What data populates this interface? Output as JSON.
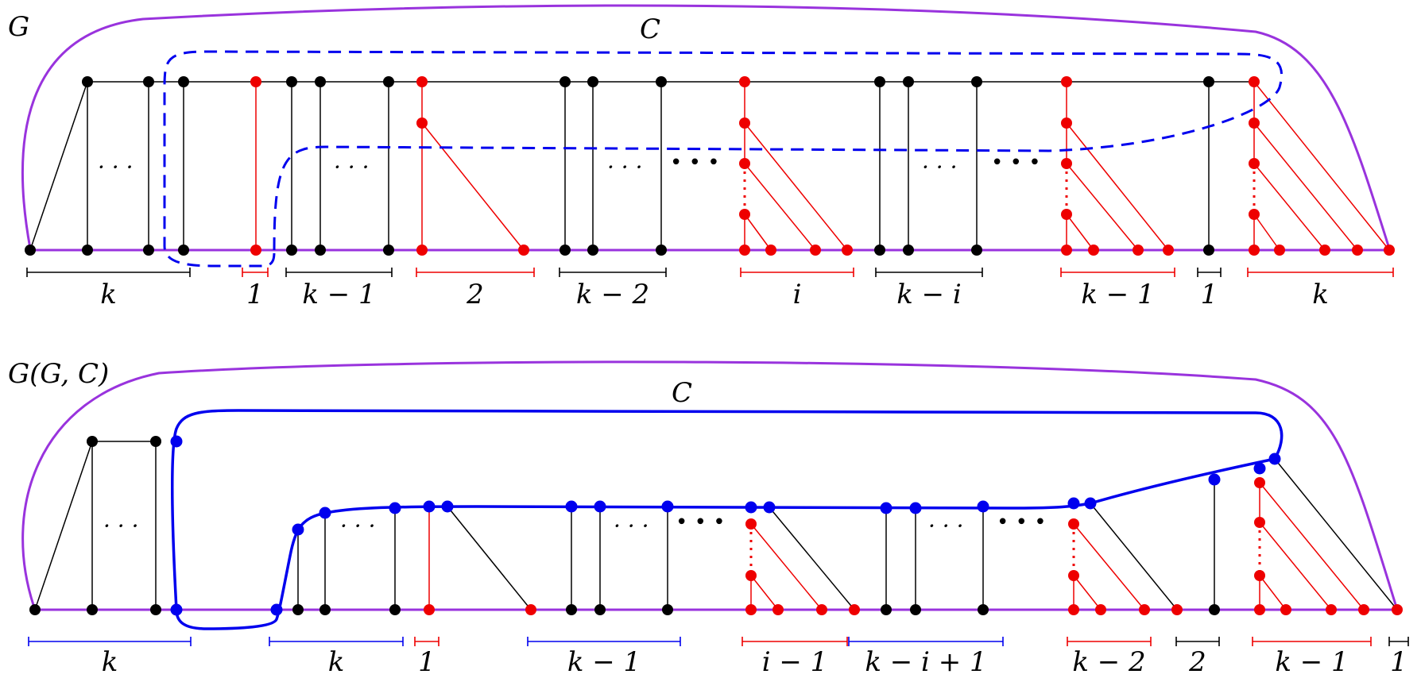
{
  "colors": {
    "black": "#000000",
    "red": "#ee0000",
    "blue": "#0000ee",
    "purple": "#9933dd"
  },
  "top_panel": {
    "graph_label": "G",
    "cycle_label": "C",
    "ellipsis": "· · ·",
    "dots": "• • •",
    "brackets": [
      {
        "label": "k",
        "color": "black"
      },
      {
        "label": "1",
        "color": "red"
      },
      {
        "label": "k − 1",
        "color": "black"
      },
      {
        "label": "2",
        "color": "red"
      },
      {
        "label": "k − 2",
        "color": "black"
      },
      {
        "label": "i",
        "color": "red"
      },
      {
        "label": "k − i",
        "color": "black"
      },
      {
        "label": "k − 1",
        "color": "red"
      },
      {
        "label": "1",
        "color": "black"
      },
      {
        "label": "k",
        "color": "red"
      }
    ]
  },
  "bottom_panel": {
    "graph_label": "G(G, C)",
    "cycle_label": "C",
    "ellipsis": "· · ·",
    "dots": "• • •",
    "brackets": [
      {
        "label": "k",
        "color": "blue"
      },
      {
        "label": "k",
        "color": "blue"
      },
      {
        "label": "1",
        "color": "red"
      },
      {
        "label": "k − 1",
        "color": "blue"
      },
      {
        "label": "i − 1",
        "color": "red"
      },
      {
        "label": "k − i + 1",
        "color": "blue"
      },
      {
        "label": "k − 2",
        "color": "red"
      },
      {
        "label": "2",
        "color": "black"
      },
      {
        "label": "k − 1",
        "color": "red"
      },
      {
        "label": "1",
        "color": "black"
      }
    ]
  }
}
